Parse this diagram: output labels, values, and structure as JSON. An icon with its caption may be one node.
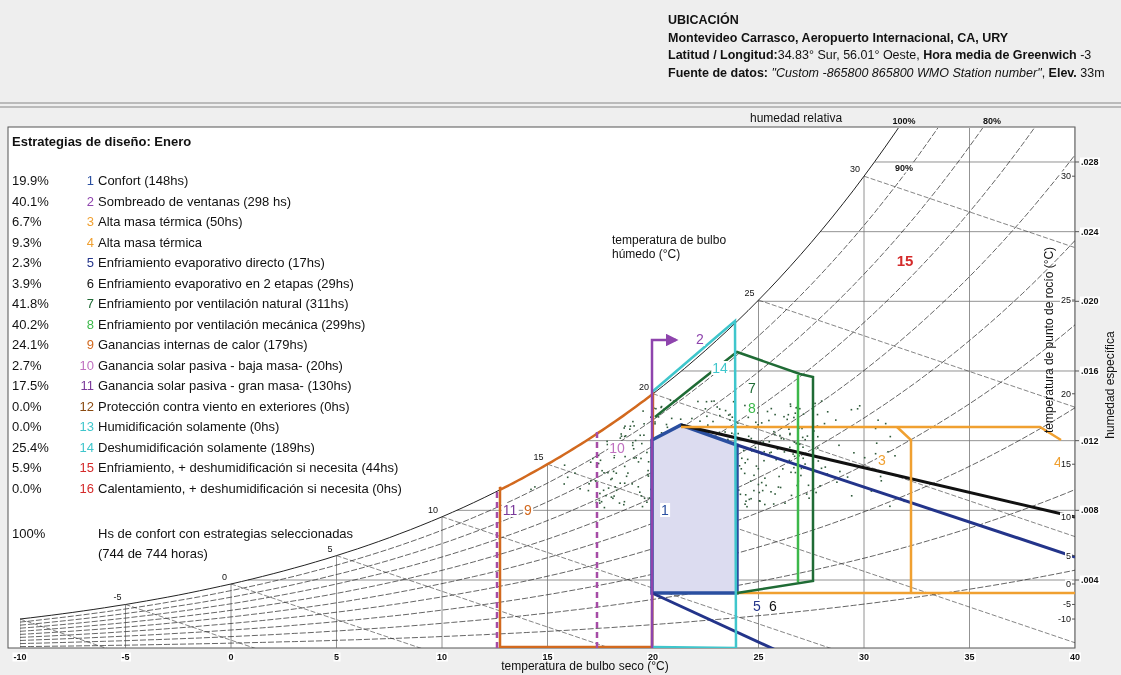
{
  "diagram": {
    "labels": [
      "UBICACIÓN",
      "Montevideo Carrasco, Aeropuerto Internacional, CA, URY",
      "**Latitud / Longitud:**34.83° Sur, 56.01° Oeste, **Hora media de Greenwich** -3",
      "**Fuente de datos:** *\"Custom -865800  865800 WMO Station number\"*, **Elev.** 33m",
      "humedad relativa",
      "100%",
      "80%",
      "Estrategias de diseño: Enero",
      "19.9%",
      "1",
      "Confort (148hs)",
      "40.1%",
      "2",
      "Sombreado de ventanas (298 hs)",
      "6.7%",
      "3",
      "Alta masa térmica (50hs)",
      "9.3%",
      "4",
      "Alta masa térmica",
      "2.3%",
      "5",
      "Enfriamiento evaporativo directo (17hs)",
      "3.9%",
      "6",
      "Enfriamiento evaporativo en 2 etapas (29hs)",
      "41.8%",
      "7",
      "Enfriamiento por ventilación natural (311hs)",
      "40.2%",
      "8",
      "Enfriamiento por ventilación mecánica (299hs)",
      "24.1%",
      "9",
      "Ganancias internas de calor (179hs)",
      "2.7%",
      "10",
      "Ganancia solar pasiva - baja masa- (20hs)",
      "17.5%",
      "11",
      "Ganancia solar pasiva - gran masa- (130hs)",
      "0.0%",
      "12",
      "Protección contra viento en exteriores (0hs)",
      "0.0%",
      "13",
      "Humidificación solamente (0hs)",
      "25.4%",
      "14",
      "Deshumidificación solamente (189hs)",
      "5.9%",
      "15",
      "Enfriamiento, + deshumidificación si necesita (44hs)",
      "0.0%",
      "16",
      "Calentamiento, + deshumidificación si necesita (0hs)",
      "100%",
      "Hs de confort con estrategias seleccionadas",
      "(744 de 744 horas)",
      "30",
      "90%",
      "25",
      "20",
      "15",
      "10",
      "5",
      "0",
      "-5",
      "15",
      "temperatura de bulbo húmedo (°C)",
      "2",
      "14",
      "7",
      "8",
      "10",
      "11",
      "9",
      "1",
      "3",
      "4",
      "5",
      "6",
      "30",
      "25",
      "20",
      "15",
      "10",
      "5",
      "0",
      "-5",
      "-10",
      ".028",
      ".024",
      ".020",
      ".016",
      ".012",
      ".008",
      ".004",
      "-10",
      "-5",
      "0",
      "5",
      "10",
      "15",
      "20",
      "25",
      "30",
      "35",
      "40",
      "temperatura de punto de rocío (°C)",
      "humedad específica",
      "temperatura de bulbo seco (°C)"
    ]
  }
}
